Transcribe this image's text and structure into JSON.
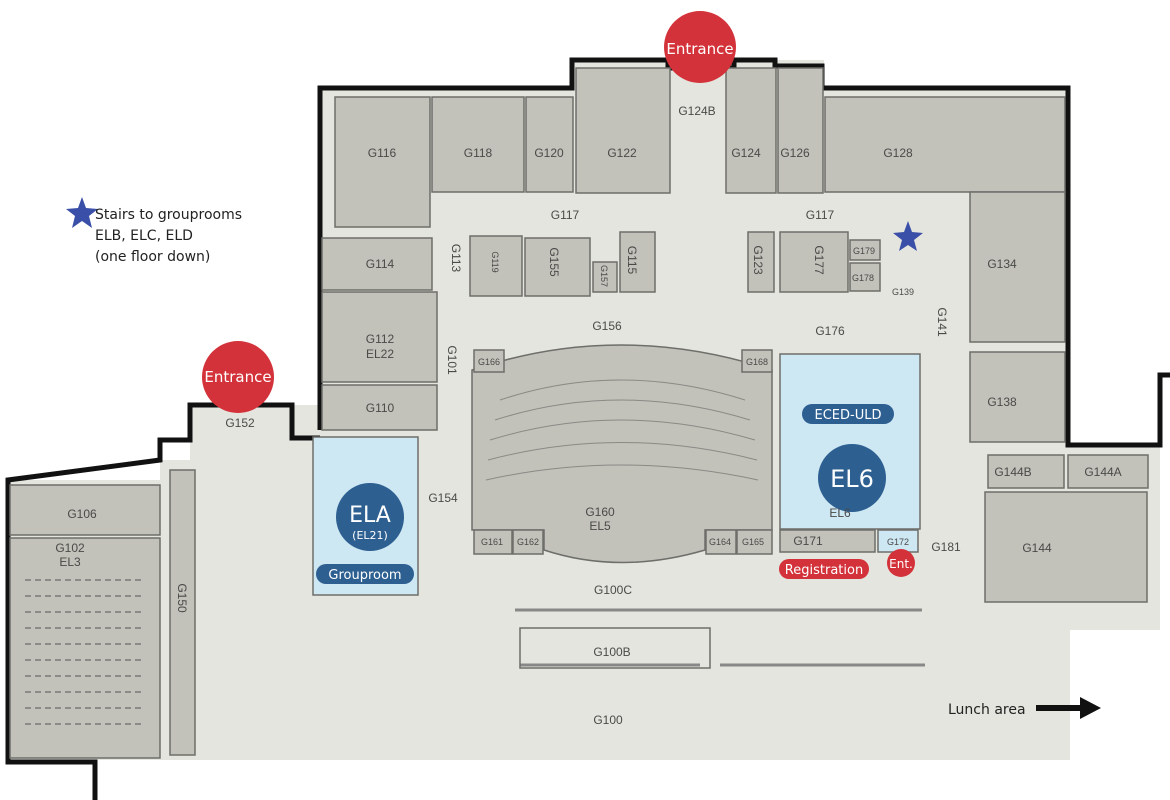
{
  "legend": {
    "icon": "star-icon",
    "color": "#3a4fa8",
    "lines": [
      "Stairs to grouprooms",
      "ELB, ELC, ELD",
      "(one floor down)"
    ]
  },
  "entrances": {
    "top": "Entrance",
    "left": "Entrance",
    "small": "Ent."
  },
  "highlights": {
    "ela": {
      "title": "ELA",
      "subtitle": "(EL21)",
      "tag": "Grouproom"
    },
    "el6": {
      "title": "EL6",
      "tag": "ECED-ULD",
      "under": "EL6"
    },
    "registration": "Registration"
  },
  "lunch": {
    "label": "Lunch area",
    "icon": "arrow-right-icon"
  },
  "rooms": {
    "G116": "G116",
    "G118": "G118",
    "G120": "G120",
    "G122": "G122",
    "G124B": "G124B",
    "G124": "G124",
    "G126": "G126",
    "G128": "G128",
    "G117": "G117",
    "G114": "G114",
    "G113": "G113",
    "G119": "G119",
    "G155": "G155",
    "G157": "G157",
    "G115": "G115",
    "G123": "G123",
    "G177": "G177",
    "G179": "G179",
    "G178": "G178",
    "G139": "G139",
    "G134": "G134",
    "G141": "G141",
    "G156": "G156",
    "G176": "G176",
    "G112": "G112",
    "EL22": "EL22",
    "G101": "G101",
    "G166": "G166",
    "G168": "G168",
    "G110": "G110",
    "G138": "G138",
    "G152": "G152",
    "G154": "G154",
    "G160": "G160",
    "EL5": "EL5",
    "G161": "G161",
    "G162": "G162",
    "G164": "G164",
    "G165": "G165",
    "G171": "G171",
    "G172": "G172",
    "G181": "G181",
    "G144B": "G144B",
    "G144A": "G144A",
    "G144": "G144",
    "G106": "G106",
    "G102": "G102",
    "EL3": "EL3",
    "G150": "G150",
    "G100C": "G100C",
    "G100B": "G100B",
    "G100": "G100"
  },
  "colors": {
    "room": "#c2c1ba",
    "floor": "#e4e5de",
    "highlight": "#cde7f3",
    "badge": "#2d5f91",
    "entrance": "#d3323a"
  }
}
